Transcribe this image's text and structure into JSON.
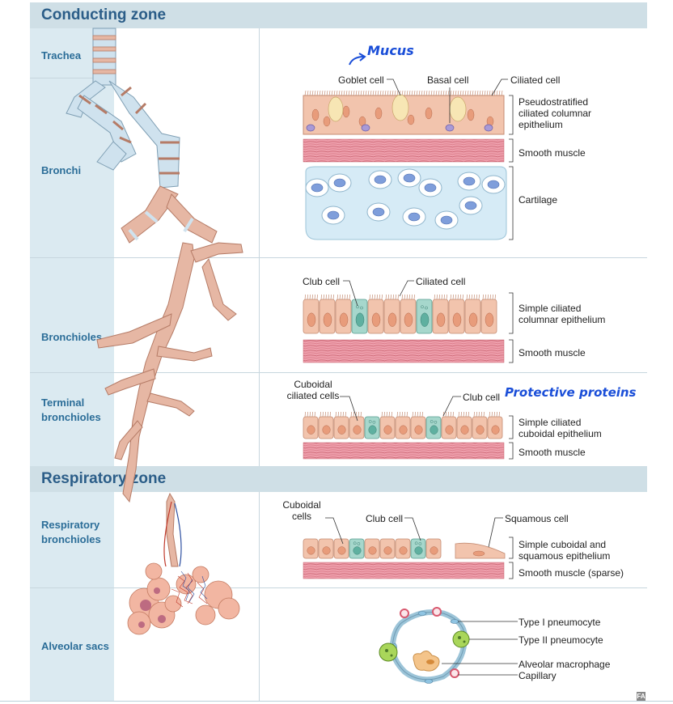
{
  "zones": {
    "conducting": "Conducting zone",
    "respiratory": "Respiratory zone"
  },
  "rows": {
    "trachea": "Trachea",
    "bronchi": "Bronchi",
    "bronchioles": "Bronchioles",
    "terminal_bronchioles": "Terminal bronchioles",
    "respiratory_bronchioles": "Respiratory bronchioles",
    "alveolar_sacs": "Alveolar sacs"
  },
  "bronchi_panel": {
    "goblet": "Goblet cell",
    "basal": "Basal cell",
    "ciliated": "Ciliated cell",
    "epithelium": "Pseudostratified ciliated columnar epithelium",
    "muscle": "Smooth muscle",
    "cartilage": "Cartilage",
    "handwritten": "Mucus"
  },
  "bronchioles_panel": {
    "club": "Club cell",
    "ciliated": "Ciliated cell",
    "epithelium": "Simple ciliated columnar epithelium",
    "muscle": "Smooth muscle"
  },
  "terminal_panel": {
    "cuboidal_ciliated": "Cuboidal ciliated cells",
    "club": "Club cell",
    "epithelium": "Simple ciliated cuboidal epithelium",
    "muscle": "Smooth muscle",
    "handwritten": "Protective proteins"
  },
  "respiratory_panel": {
    "cuboidal": "Cuboidal cells",
    "club": "Club cell",
    "squamous": "Squamous cell",
    "epithelium": "Simple cuboidal and squamous epithelium",
    "muscle": "Smooth muscle (sparse)"
  },
  "alveolar_panel": {
    "type1": "Type I pneumocyte",
    "type2": "Type II pneumocyte",
    "macrophage": "Alveolar macrophage",
    "capillary": "Capillary"
  },
  "watermark": "FA",
  "colors": {
    "zone_band": "#cfdfe6",
    "label_blue": "#2b6d98",
    "airway_tan": "#e6b7a4",
    "cartilage_ring": "#cfe2ee",
    "club_teal": "#9fd2c8",
    "muscle_pink": "#e49aa6",
    "handwriting": "#1a4ed8"
  }
}
